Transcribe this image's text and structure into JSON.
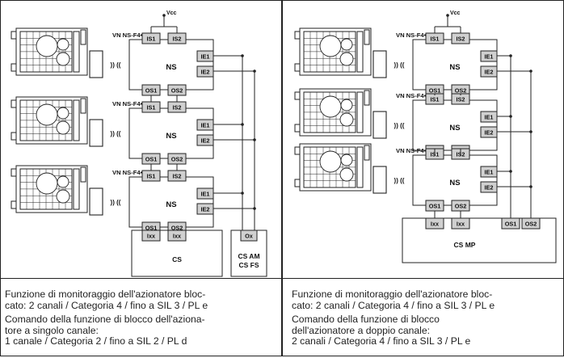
{
  "labels": {
    "vcc": "Vcc",
    "actuator": "VN NS-F4•",
    "ns": "NS",
    "is1": "IS1",
    "is2": "IS2",
    "os1": "OS1",
    "os2": "OS2",
    "ie1": "IE1",
    "ie2": "IE2",
    "ixx": "Ixx",
    "ox": "Ox",
    "cs": "CS",
    "cs_am_fs": [
      "CS AM",
      "CS FS"
    ],
    "cs_mp": "CS MP",
    "wireless": ")) (("
  },
  "captions": {
    "left": {
      "monitoring": "Funzione di monitoraggio dell'azionatore bloc-\ncato: 2 canali / Categoria 4 / fino a SIL 3 / PL e",
      "command": "Comando della funzione di blocco dell'aziona-\ntore a singolo canale:\n1 canale / Categoria 2 / fino a SIL 2 / PL d"
    },
    "right": {
      "monitoring": "Funzione di monitoraggio dell'azionatore bloc-\ncato: 2 canali / Categoria 4 / fino a SIL 3 / PL e",
      "command": "Comando della funzione di blocco\ndell'azionatore a doppio canale:\n2 canali / Categoria 4 / fino a SIL 3 / PL e"
    }
  },
  "colors": {
    "box_fill": "#d0d0d0",
    "line": "#222222"
  }
}
